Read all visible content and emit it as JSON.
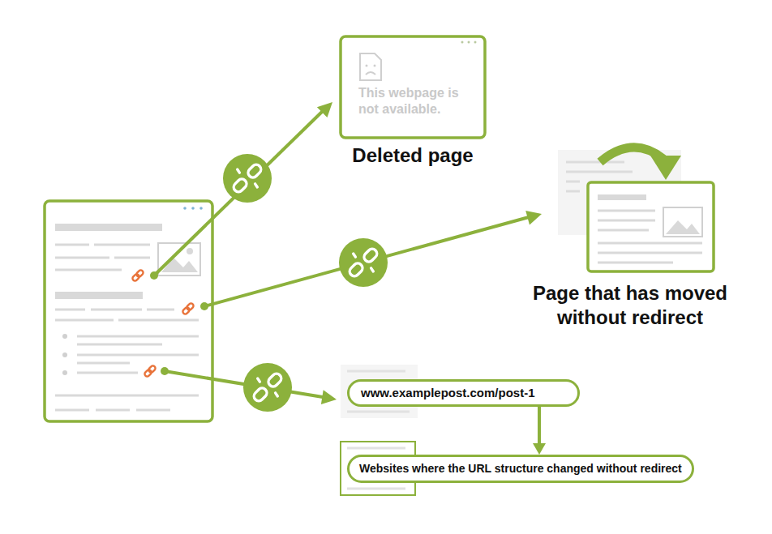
{
  "diagram": {
    "nodes": [
      {
        "text": [
          "This webpage is not available.",
          "Deleted page"
        ]
      },
      {
        "text": [
          "Page that has moved without redirect"
        ]
      },
      {
        "text": [
          "www.examplepost.com/post-1"
        ]
      },
      {
        "text": [
          "Websites where the URL structure changed without redirect"
        ]
      }
    ],
    "edges": [
      {
        "from": 2,
        "to": 3,
        "arrow": "to"
      }
    ]
  }
}
